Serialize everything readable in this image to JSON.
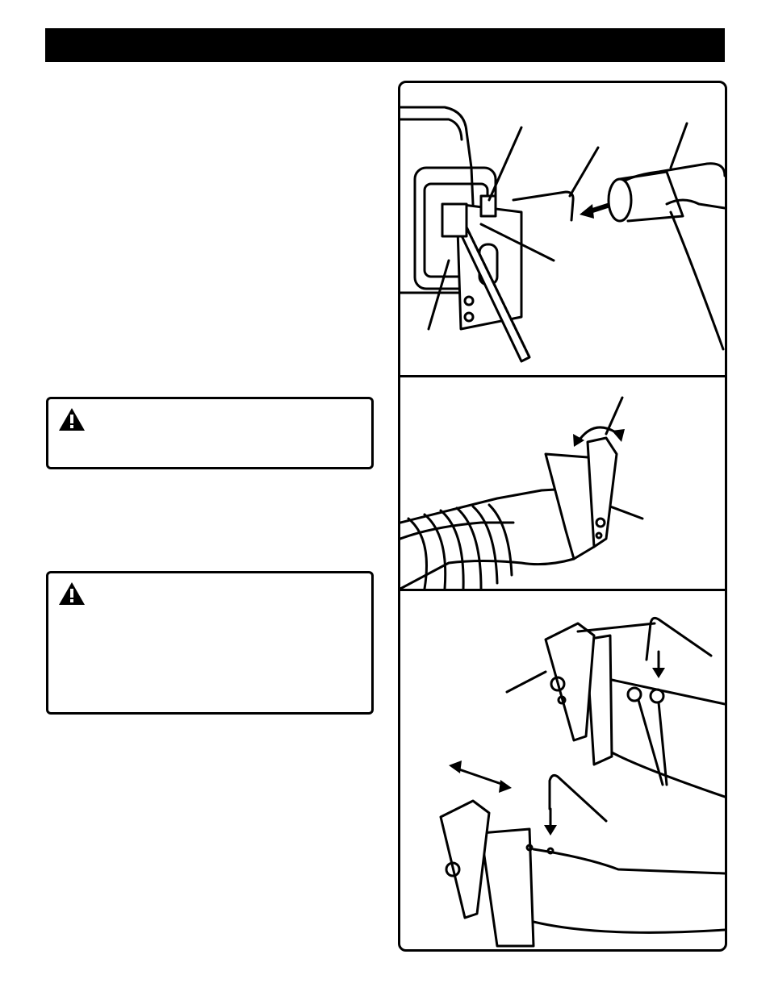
{
  "page": {
    "header_bar_color": "#000000"
  },
  "warnings": [
    {
      "icon": "warning-triangle-icon"
    },
    {
      "icon": "warning-triangle-icon"
    }
  ],
  "figures": {
    "panel_top": {
      "icon": "reciprocating-saw-blade-clamp-illustration"
    },
    "panel_middle": {
      "icon": "saw-shoe-rotation-illustration"
    },
    "panel_bottom": {
      "icon": "shoe-adjustment-hex-key-illustration"
    }
  }
}
